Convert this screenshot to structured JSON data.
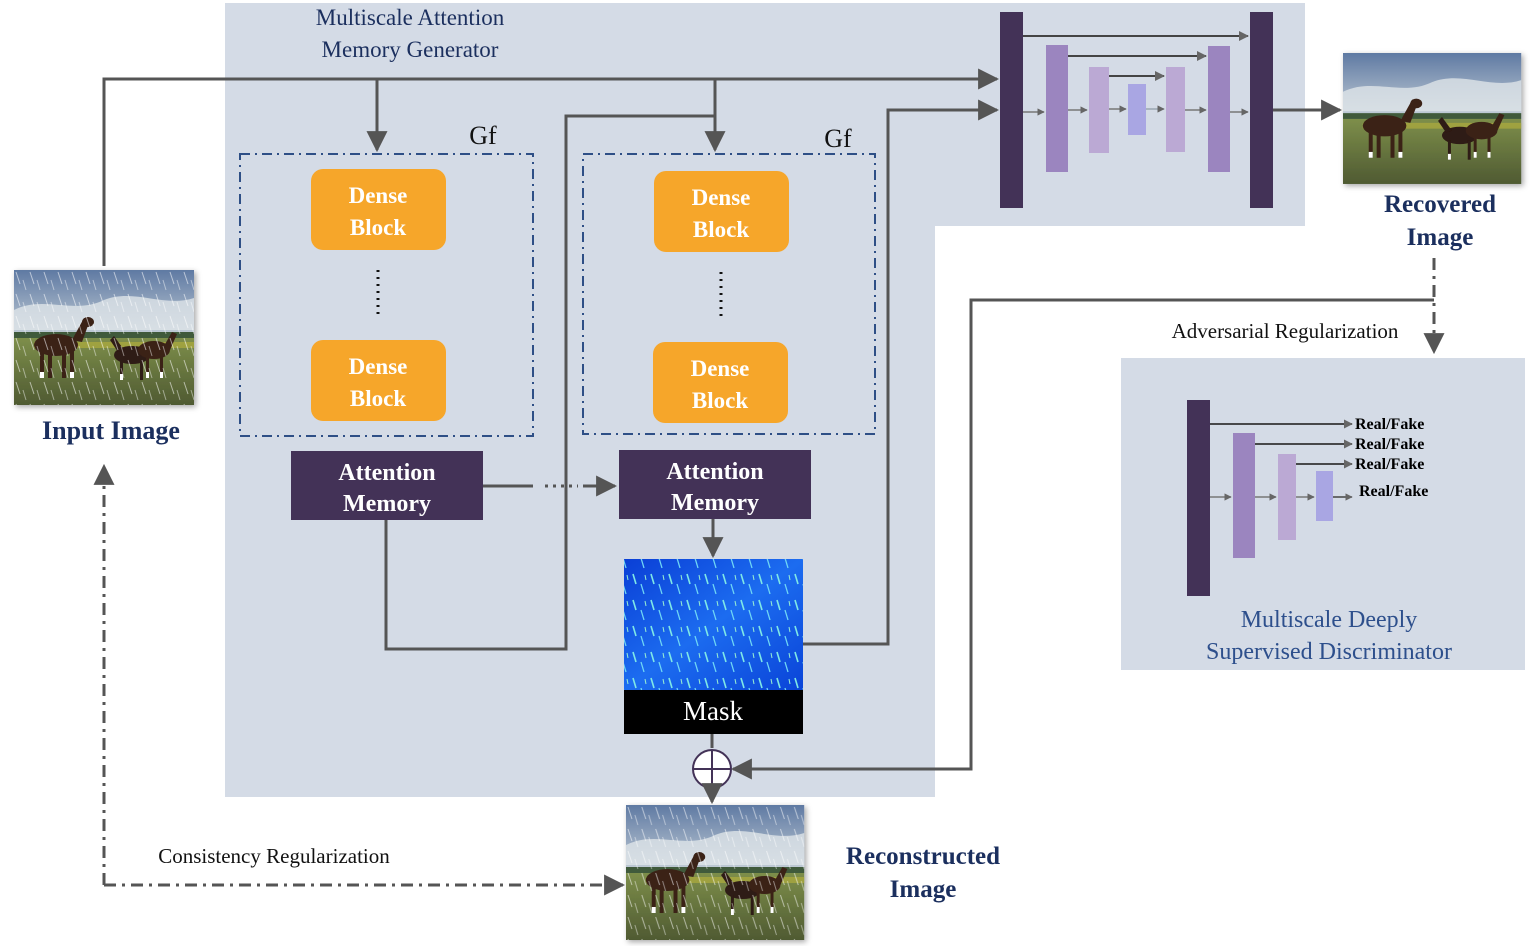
{
  "generator": {
    "title_line1": "Multiscale Attention",
    "title_line2": "Memory Generator",
    "gf_label_1": "Gf",
    "gf_label_2": "Gf",
    "dense_block_line1": "Dense",
    "dense_block_line2": "Block",
    "attention_memory_line1": "Attention",
    "attention_memory_line2": "Memory",
    "mask_label": "Mask"
  },
  "images": {
    "input_label": "Input Image",
    "recovered_line1": "Recovered",
    "recovered_line2": "Image",
    "reconstructed_line1": "Reconstructed",
    "reconstructed_line2": "Image"
  },
  "regularization": {
    "adversarial": "Adversarial Regularization",
    "consistency": "Consistency Regularization"
  },
  "discriminator": {
    "title_line1": "Multiscale Deeply",
    "title_line2": "Supervised Discriminator",
    "outputs": [
      "Real/Fake",
      "Real/Fake",
      "Real/Fake",
      "Real/Fake"
    ]
  },
  "colors": {
    "panel_bg": "#d4dbe6",
    "orange": "#f6a62a",
    "dark_purple": "#433257",
    "mid_purple": "#9b85bf",
    "light_purple": "#bba9d4",
    "lighter_purple": "#cfc1e2",
    "blue_block": "#a9a6e3",
    "arrow": "#5a5a5a",
    "navy_text": "#1b2f5e"
  }
}
